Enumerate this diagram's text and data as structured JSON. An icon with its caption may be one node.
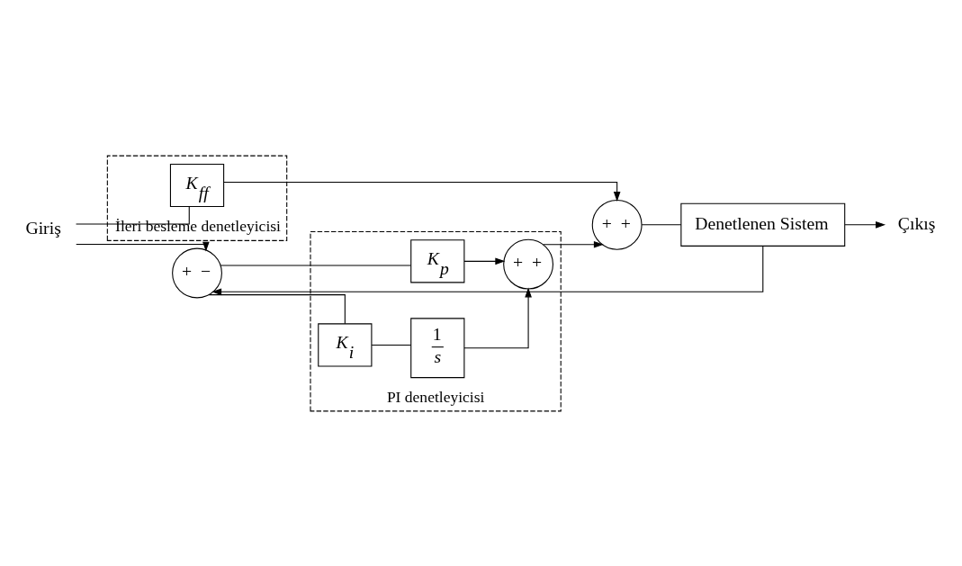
{
  "diagram": {
    "nodes": [
      {
        "text": [
          "İleri besleme denetleyicisi"
        ]
      },
      {
        "text": [
          "*K*$_{ff}$"
        ],
        "in": 0
      },
      {
        "text": [
          "Giriş"
        ]
      },
      {
        "text": [
          "+",
          "−"
        ]
      },
      {
        "text": [
          "PI denetleyicisi"
        ]
      },
      {
        "text": [
          "*K*$_{p}$"
        ],
        "in": 4
      },
      {
        "text": [
          "+",
          "+"
        ],
        "in": 4
      },
      {
        "text": [
          "*K*$_{i}$"
        ],
        "in": 4
      },
      {
        "text": [
          "1",
          "*s*"
        ],
        "in": 4
      },
      {
        "text": [
          "+",
          "+"
        ]
      },
      {
        "text": [
          "Denetlenen Sistem"
        ]
      },
      {
        "text": [
          "Çıkış"
        ]
      }
    ],
    "edges": [
      {
        "from": 2,
        "to": 3,
        "arrow": "to"
      },
      {
        "from": 2,
        "to": 1,
        "arrow": "none"
      },
      {
        "from": 1,
        "to": 9,
        "arrow": "to"
      },
      {
        "from": 3,
        "to": 5,
        "arrow": "none"
      },
      {
        "from": 3,
        "to": 7,
        "arrow": "none"
      },
      {
        "from": 5,
        "to": 6,
        "arrow": "to"
      },
      {
        "from": 7,
        "to": 8,
        "arrow": "none"
      },
      {
        "from": 8,
        "to": 6,
        "arrow": "to"
      },
      {
        "from": 6,
        "to": 9,
        "arrow": "to"
      },
      {
        "from": 9,
        "to": 10,
        "arrow": "none"
      },
      {
        "from": 10,
        "to": 11,
        "arrow": "to"
      },
      {
        "from": 10,
        "to": 3,
        "arrow": "to"
      }
    ]
  }
}
